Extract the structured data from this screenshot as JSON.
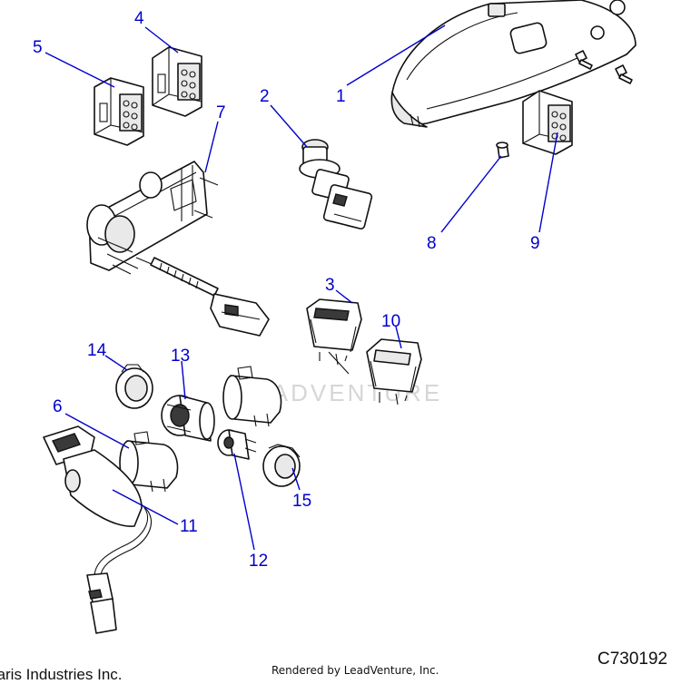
{
  "diagram": {
    "callouts": [
      "1",
      "2",
      "3",
      "4",
      "5",
      "6",
      "7",
      "8",
      "9",
      "10",
      "11",
      "12",
      "13",
      "14",
      "15"
    ],
    "watermark": "LEADVENTURE",
    "colors": {
      "callout": "#0000cc",
      "line": "#111111",
      "watermark": "#d6d6d6"
    }
  },
  "footer": {
    "copyright": "Polaris Industries Inc.",
    "rendered_by": "Rendered by LeadVenture, Inc.",
    "code": "C730192"
  }
}
